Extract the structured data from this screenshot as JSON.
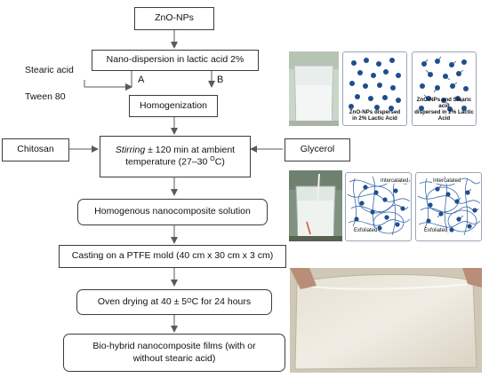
{
  "flow": {
    "znonps": "ZnO-NPs",
    "nanodispersion": "Nano-dispersion in lactic acid 2%",
    "stearic_acid": "Stearic acid",
    "tween": "Tween 80",
    "branch_a": "A",
    "branch_b": "B",
    "homogenization": "Homogenization",
    "chitosan": "Chitosan",
    "glycerol": "Glycerol",
    "stirring_italic": "Stirring",
    "stirring_line1_rest": " ± 120 min at ambient",
    "stirring_line2": "temperature (27–30 ",
    "degree_sup": "O",
    "stirring_line2_end": "C)",
    "homogenous": "Homogenous nanocomposite solution",
    "casting": "Casting on a PTFE mold (40 cm x 30 cm x 3 cm)",
    "oven_pre": "Oven drying at 40 ± 5 ",
    "oven_sup": "O",
    "oven_post": "C for 24 hours",
    "final_line1": "Bio-hybrid nanocomposite films (with or",
    "final_line2": "without stearic acid)"
  },
  "images": {
    "panel_a_caption_1": "ZnO-NPs dispersed",
    "panel_a_caption_2": "in 2% Lactic Acid",
    "panel_b_caption_1": "ZnO-NPs and Stearic acid",
    "panel_b_caption_2": "dispersed in 2% Lactic Acid",
    "intercalated": "Intercalated",
    "exfoliated": "Exfoliated"
  },
  "colors": {
    "box_border": "#3c3c3c",
    "arrow": "#5a5a5a",
    "nanoparticle": "#1f4e8c",
    "polymer": "#3a6aa8"
  }
}
